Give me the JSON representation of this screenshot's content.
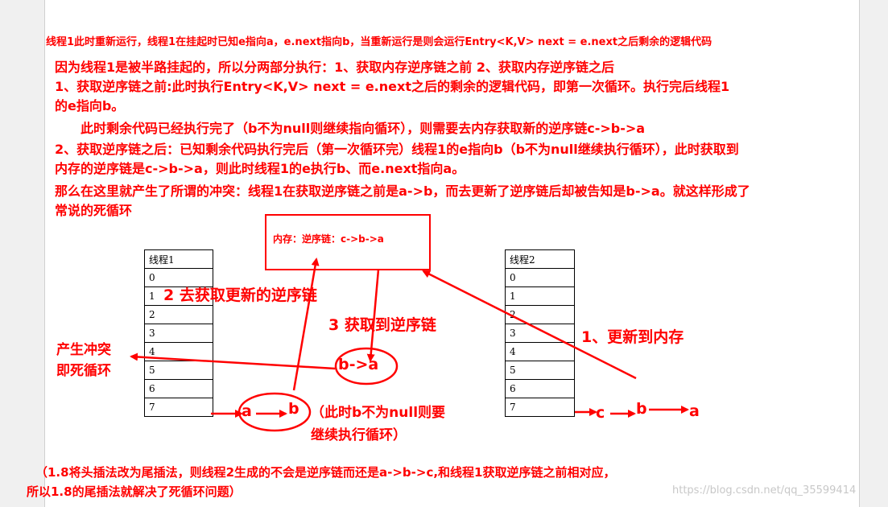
{
  "header": "线程1此时重新运行，线程1在挂起时已知e指向a，e.next指向b，当重新运行是则会运行Entry<K,V> next = e.next之后剩余的逻辑代码",
  "paragraphs": {
    "p1": "因为线程1是被半路挂起的，所以分两部分执行：1、获取内存逆序链之前   2、获取内存逆序链之后",
    "p2": "1、获取逆序链之前:此时执行Entry<K,V> next = e.next之后的剩余的逻辑代码，即第一次循环。执行完后线程1",
    "p2b": "的e指向b。",
    "p3": "此时剩余代码已经执行完了（b不为null则继续指向循环），则需要去内存获取新的逆序链c->b->a",
    "p4": "2、获取逆序链之后：已知剩余代码执行完后（第一次循环完）线程1的e指向b（b不为null继续执行循环），此时获取到",
    "p4b": "内存的逆序链是c->b->a，则此时线程1的e执行b、而e.next指向a。",
    "p5": "那么在这里就产生了所谓的冲突：线程1在获取逆序链之前是a->b，而去更新了逆序链后却被告知是b->a。就这样形成了",
    "p5b": "常说的死循环"
  },
  "memory_box": "内存：逆序链：c->b->a",
  "thread1": {
    "title": "线程1",
    "rows": [
      "0",
      "1",
      "2",
      "3",
      "4",
      "5",
      "6",
      "7"
    ]
  },
  "thread2": {
    "title": "线程2",
    "rows": [
      "0",
      "1",
      "2",
      "3",
      "4",
      "5",
      "6",
      "7"
    ]
  },
  "labels": {
    "conflict_1": "产生冲突",
    "conflict_2": "即死循环",
    "step2": "2 去获取更新的逆序链",
    "step3": "3 获取到逆序链",
    "step1": "1、更新到内存",
    "ba": "b->a",
    "a1": "a",
    "b1": "b",
    "note_1": "（此时b不为null则要",
    "note_2": "继续执行循环）",
    "c2": "c",
    "b2": "b",
    "a2": "a"
  },
  "footer": {
    "line1": "（1.8将头插法改为尾插法，则线程2生成的不会是逆序链而还是a->b->c,和线程1获取逆序链之前相对应，",
    "line2": "所以1.8的尾插法就解决了死循环问题）"
  },
  "watermark": "https://blog.csdn.net/qq_35599414",
  "colors": {
    "annotation": "#ff0000",
    "page": "#ffffff",
    "background": "#f0f0f0"
  }
}
